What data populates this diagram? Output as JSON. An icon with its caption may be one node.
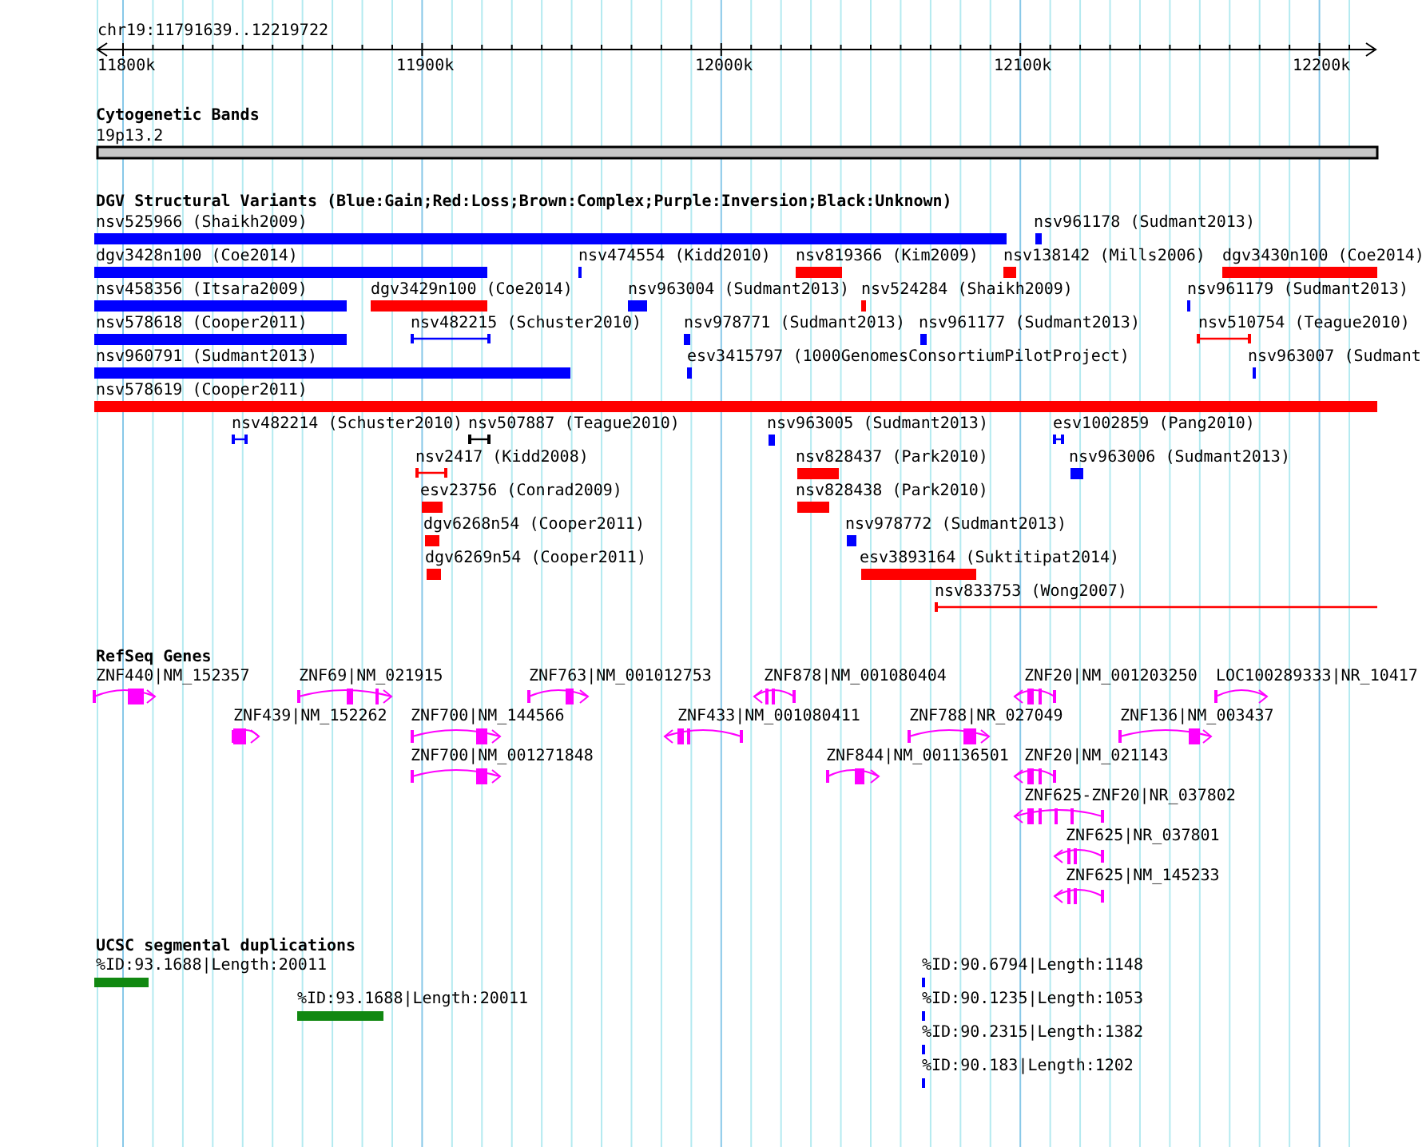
{
  "diagram": {
    "labels": [
      "chr19:11791639..12219722",
      "11800k",
      "11900k",
      "12000k",
      "12100k",
      "12200k",
      "Cytogenetic Bands",
      "19p13.2",
      "DGV Structural Variants (Blue:Gain;Red:Loss;Brown:Complex;Purple:Inversion;Black:Unknown)",
      "nsv525966 (Shaikh2009)",
      "nsv961178 (Sudmant2013)",
      "dgv3428n100 (Coe2014)",
      "nsv474554 (Kidd2010)",
      "nsv819366 (Kim2009)",
      "nsv138142 (Mills2006)",
      "dgv3430n100 (Coe2014)",
      "nsv458356 (Itsara2009)",
      "dgv3429n100 (Coe2014)",
      "nsv963004 (Sudmant2013)",
      "nsv524284 (Shaikh2009)",
      "nsv961179 (Sudmant2013)",
      "nsv578618 (Cooper2011)",
      "nsv482215 (Schuster2010)",
      "nsv978771 (Sudmant2013)",
      "nsv961177 (Sudmant2013)",
      "nsv510754 (Teague2010)",
      "nsv960791 (Sudmant2013)",
      "esv3415797 (1000GenomesConsortiumPilotProject)",
      "nsv963007 (Sudmant",
      "nsv578619 (Cooper2011)",
      "nsv482214 (Schuster2010)",
      "nsv507887 (Teague2010)",
      "nsv963005 (Sudmant2013)",
      "esv1002859 (Pang2010)",
      "nsv2417 (Kidd2008)",
      "nsv828437 (Park2010)",
      "nsv963006 (Sudmant2013)",
      "esv23756 (Conrad2009)",
      "nsv828438 (Park2010)",
      "dgv6268n54 (Cooper2011)",
      "nsv978772 (Sudmant2013)",
      "dgv6269n54 (Cooper2011)",
      "esv3893164 (Suktitipat2014)",
      "nsv833753 (Wong2007)",
      "RefSeq Genes",
      "ZNF440|NM_152357",
      "ZNF69|NM_021915",
      "ZNF763|NM_001012753",
      "ZNF878|NM_001080404",
      "ZNF20|NM_001203250",
      "LOC100289333|NR_10417",
      "ZNF439|NM_152262",
      "ZNF700|NM_144566",
      "ZNF433|NM_001080411",
      "ZNF788|NR_027049",
      "ZNF136|NM_003437",
      "ZNF700|NM_001271848",
      "ZNF844|NM_001136501",
      "ZNF20|NM_021143",
      "ZNF625-ZNF20|NR_037802",
      "ZNF625|NR_037801",
      "ZNF625|NM_145233",
      "UCSC segmental duplications",
      "%ID:93.1688|Length:20011",
      "%ID:90.6794|Length:1148",
      "%ID:93.1688|Length:20011",
      "%ID:90.1235|Length:1053",
      "%ID:90.2315|Length:1382",
      "%ID:90.183|Length:1202"
    ]
  }
}
